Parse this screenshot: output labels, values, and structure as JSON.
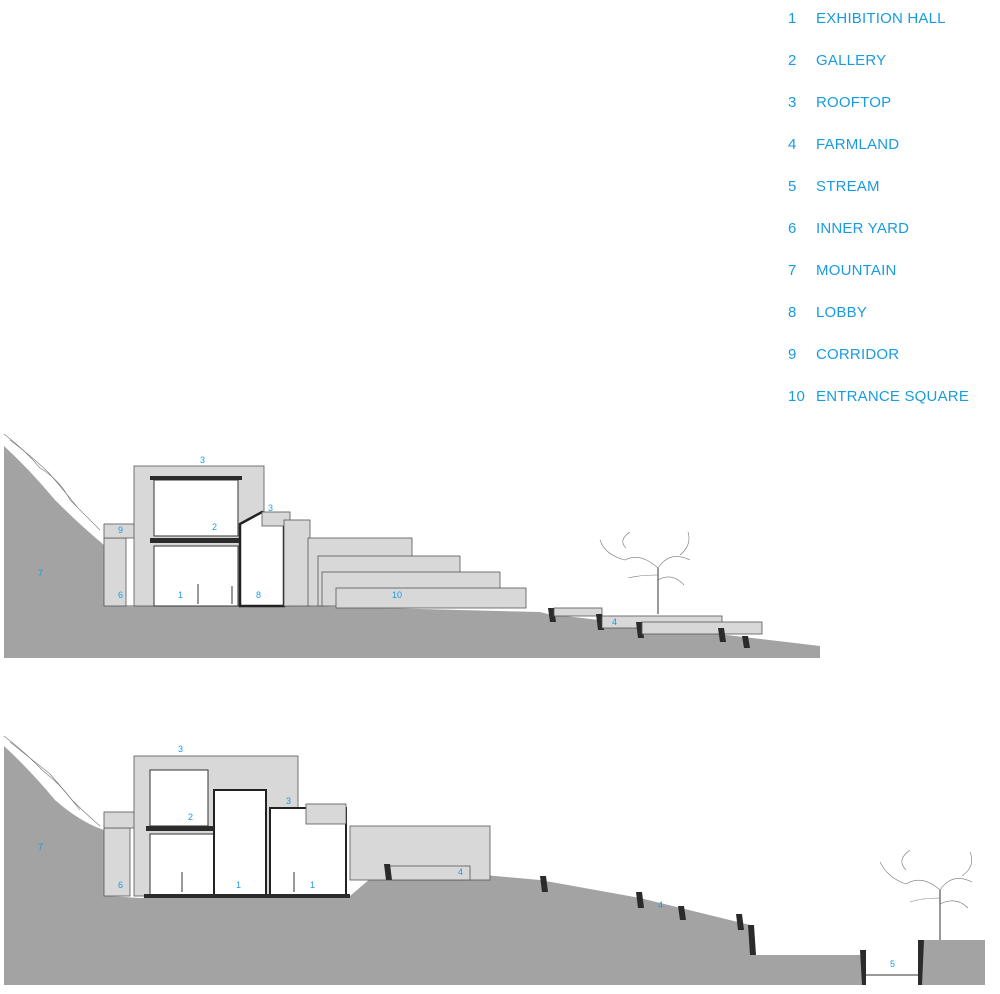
{
  "legend": {
    "items": [
      {
        "num": "1",
        "label": "EXHIBITION HALL"
      },
      {
        "num": "2",
        "label": "GALLERY"
      },
      {
        "num": "3",
        "label": "ROOFTOP"
      },
      {
        "num": "4",
        "label": "FARMLAND"
      },
      {
        "num": "5",
        "label": "STREAM"
      },
      {
        "num": "6",
        "label": "INNER YARD"
      },
      {
        "num": "7",
        "label": "MOUNTAIN"
      },
      {
        "num": "8",
        "label": "LOBBY"
      },
      {
        "num": "9",
        "label": "CORRIDOR"
      },
      {
        "num": "10",
        "label": "ENTRANCE SQUARE"
      }
    ]
  },
  "section_top": {
    "labels": {
      "rooftop_a": "3",
      "rooftop_b": "3",
      "gallery": "2",
      "exhibition": "1",
      "lobby": "8",
      "corridor": "9",
      "mountain": "7",
      "inner_yard": "6",
      "entrance_square": "10",
      "farmland": "4"
    }
  },
  "section_bottom": {
    "labels": {
      "rooftop_a": "3",
      "rooftop_b": "3",
      "gallery": "2",
      "exhibition_a": "1",
      "exhibition_b": "1",
      "mountain": "7",
      "inner_yard": "6",
      "farmland_a": "4",
      "farmland_b": "4",
      "stream": "5"
    }
  },
  "colors": {
    "accent": "#1a9be0",
    "ground": "#a3a3a3",
    "mass": "#d8d8d8",
    "wall": "#2b2b2b"
  }
}
